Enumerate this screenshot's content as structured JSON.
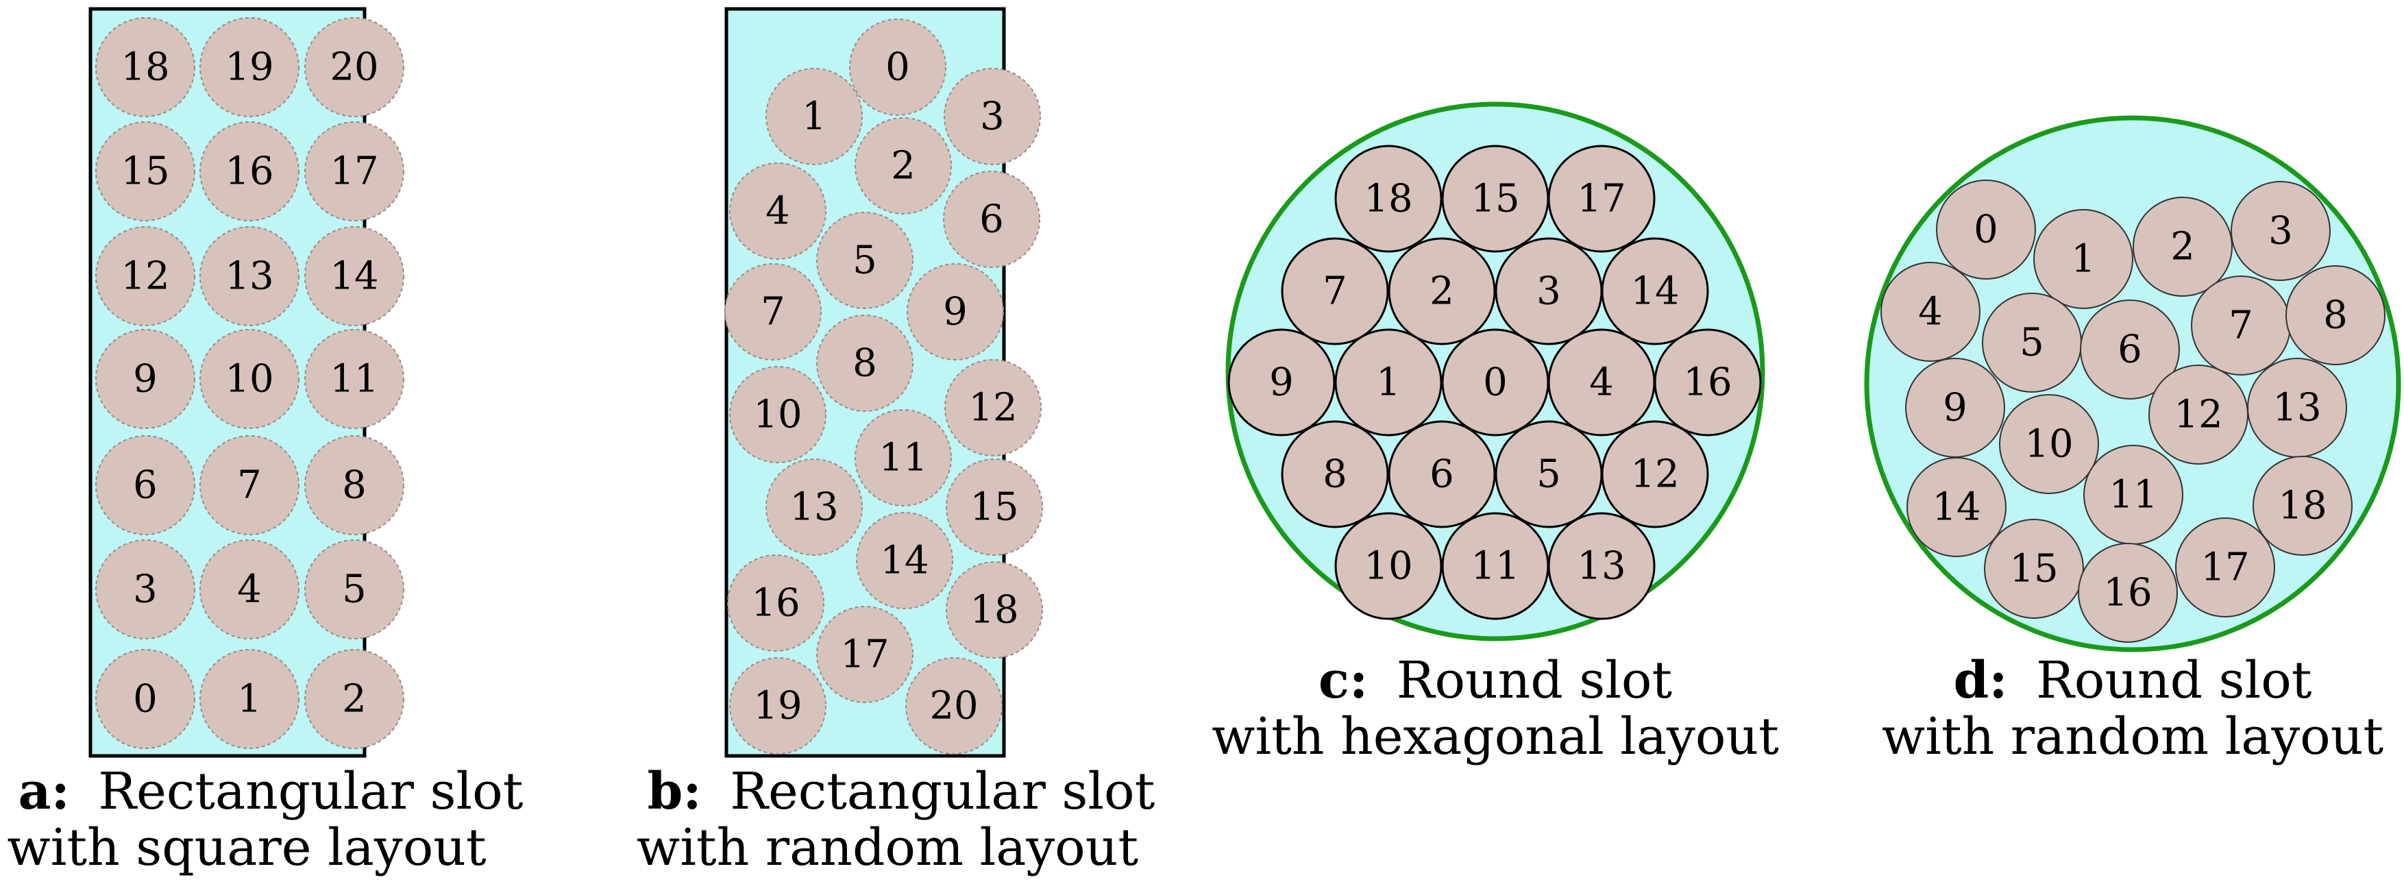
{
  "panels": [
    {
      "id": "a",
      "letter": "a:",
      "caption_line1": "Rectangular slot",
      "caption_line2": "with square layout",
      "slot": "rectangular",
      "wires": [
        "18",
        "19",
        "20",
        "15",
        "16",
        "17",
        "12",
        "13",
        "14",
        "9",
        "10",
        "11",
        "6",
        "7",
        "8",
        "3",
        "4",
        "5",
        "0",
        "1",
        "2"
      ]
    },
    {
      "id": "b",
      "letter": "b:",
      "caption_line1": "Rectangular slot",
      "caption_line2": "with random layout",
      "slot": "rectangular",
      "wires": [
        "0",
        "1",
        "3",
        "2",
        "4",
        "6",
        "5",
        "7",
        "9",
        "8",
        "10",
        "12",
        "11",
        "13",
        "15",
        "14",
        "16",
        "18",
        "17",
        "19",
        "20"
      ]
    },
    {
      "id": "c",
      "letter": "c:",
      "caption_line1": "Round slot",
      "caption_line2": "with hexagonal layout",
      "slot": "round",
      "wires": [
        "18",
        "15",
        "17",
        "7",
        "2",
        "3",
        "14",
        "9",
        "1",
        "0",
        "4",
        "16",
        "8",
        "6",
        "5",
        "12",
        "10",
        "11",
        "13"
      ]
    },
    {
      "id": "d",
      "letter": "d:",
      "caption_line1": "Round slot",
      "caption_line2": "with random layout",
      "slot": "round",
      "wires": [
        "0",
        "1",
        "2",
        "3",
        "4",
        "5",
        "6",
        "7",
        "8",
        "9",
        "10",
        "12",
        "13",
        "11",
        "14",
        "18",
        "15",
        "16",
        "17"
      ]
    }
  ],
  "colors": {
    "slot_fill": "#bef5f5",
    "wire_fill": "#d8c3bc",
    "round_slot_border": "#1a9a1a",
    "rect_slot_border": "#000000"
  }
}
